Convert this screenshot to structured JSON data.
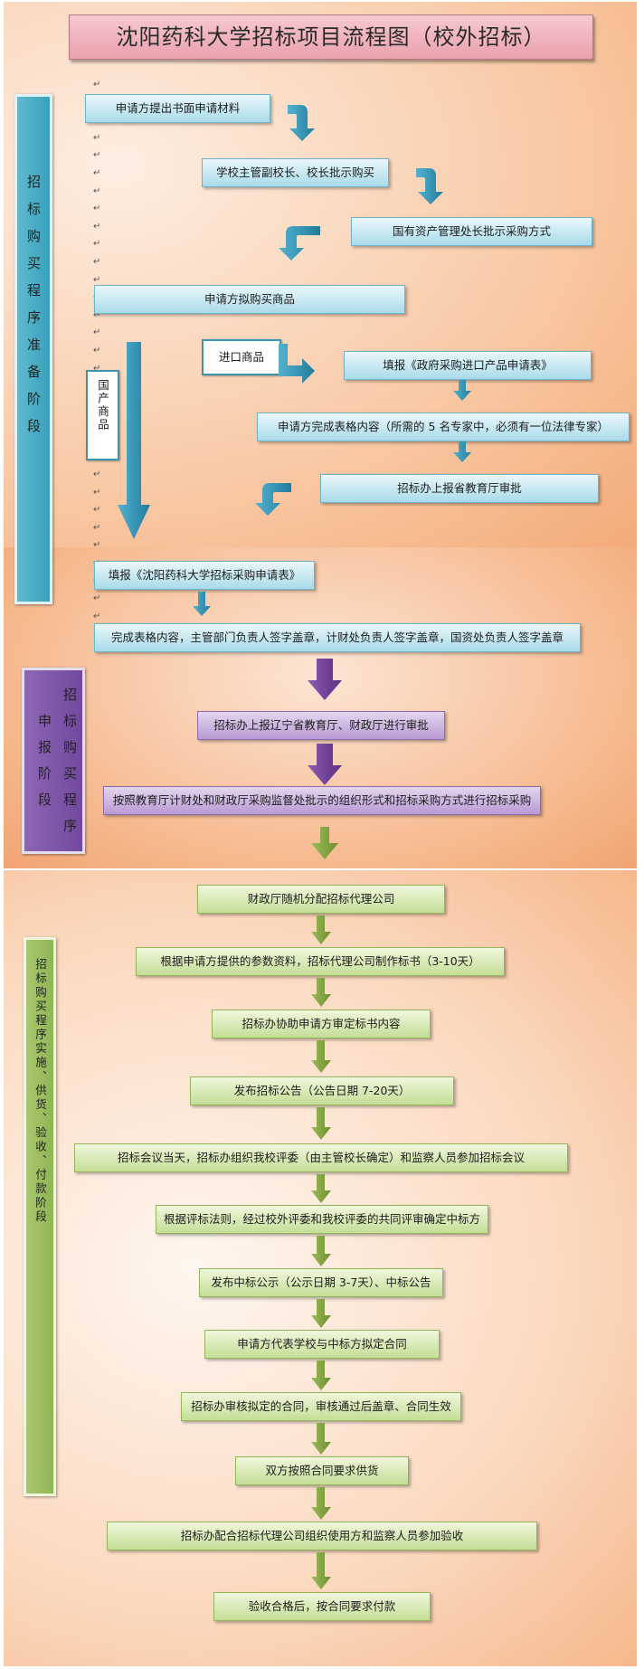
{
  "title": "沈阳药科大学招标项目流程图（校外招标）",
  "stages": {
    "prep": "招标购买程序准备阶段",
    "apply": "招标购买程序申报阶段",
    "impl": "招标购买程序实施、供货、验收、付款阶段"
  },
  "prep_steps": [
    "申请方提出书面申请材料",
    "学校主管副校长、校长批示购买",
    "国有资产管理处长批示采购方式",
    "申请方拟购买商品"
  ],
  "branch": {
    "import_label": "进口商品",
    "domestic_label": "国产商品",
    "import_steps": [
      "填报《政府采购进口产品申请表》",
      "申请方完成表格内容（所需的 5 名专家中，必须有一位法律专家）",
      "招标办上报省教育厅审批"
    ]
  },
  "apply_steps": [
    "填报《沈阳药科大学招标采购申请表》",
    "完成表格内容，主管部门负责人签字盖章，计财处负责人签字盖章，国资处负责人签字盖章",
    "招标办上报辽宁省教育厅、财政厅进行审批",
    "按照教育厅计财处和财政厅采购监督处批示的组织形式和招标采购方式进行招标采购"
  ],
  "impl_steps": [
    "财政厅随机分配招标代理公司",
    "根据申请方提供的参数资料，招标代理公司制作标书（3-10天）",
    "招标办协助申请方审定标书内容",
    "发布招标公告（公告日期 7-20天）",
    "招标会议当天，招标办组织我校评委（由主管校长确定）和监察人员参加招标会议",
    "根据评标法则，经过校外评委和我校评委的共同评审确定中标方",
    "发布中标公示（公示日期 3-7天）、中标公告",
    "申请方代表学校与中标方拟定合同",
    "招标办审核拟定的合同，审核通过后盖章、合同生效",
    "双方按照合同要求供货",
    "招标办配合招标代理公司组织使用方和监察人员参加验收",
    "验收合格后，按合同要求付款"
  ],
  "colors": {
    "blue_arrow": "#2f8fae",
    "purple_arrow": "#6e3f94",
    "green_arrow": "#7e9f3a",
    "title_fill": "#eaa1ad"
  }
}
